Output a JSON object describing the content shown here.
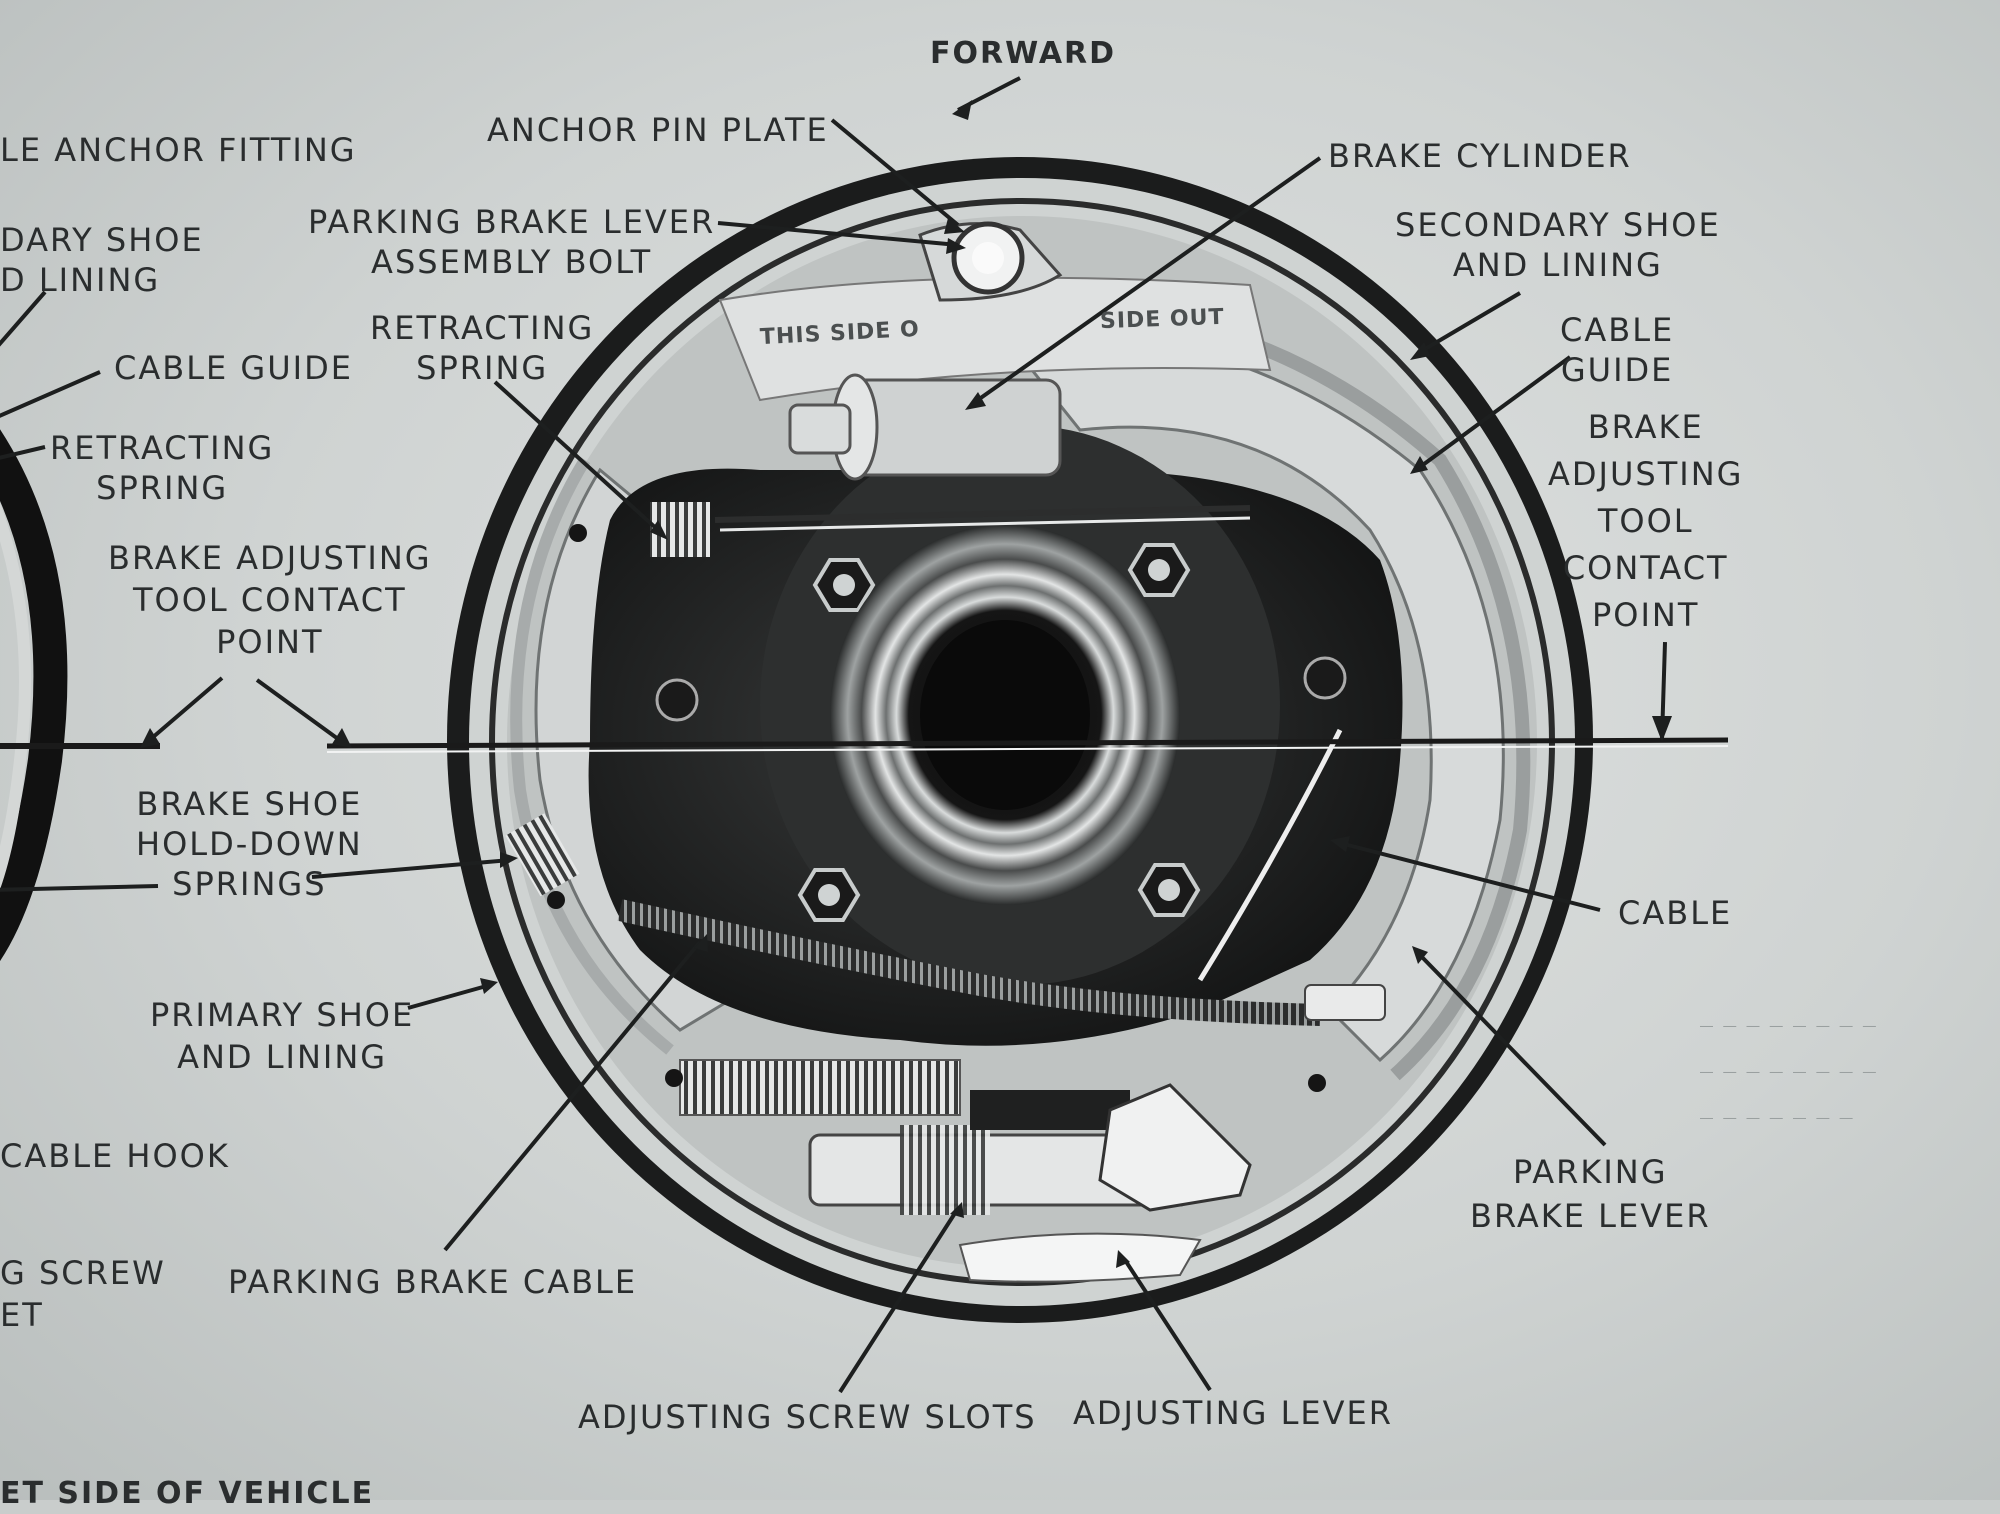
{
  "figure": {
    "top_label": "FORWARD",
    "bottom_caption": "ET SIDE OF VEHICLE",
    "left_partial_labels": [
      {
        "id": "anchor-fitting",
        "lines": [
          "LE ANCHOR FITTING"
        ]
      },
      {
        "id": "secondary-shoe",
        "lines": [
          "DARY SHOE",
          "D LINING"
        ]
      },
      {
        "id": "cable-guide",
        "lines": [
          "CABLE GUIDE"
        ]
      },
      {
        "id": "retracting-spring",
        "lines": [
          "RETRACTING",
          "SPRING"
        ]
      },
      {
        "id": "adj-tool-contact",
        "lines": [
          "BRAKE ADJUSTING",
          "TOOL CONTACT",
          "POINT"
        ]
      },
      {
        "id": "hold-down-springs",
        "lines": [
          "BRAKE SHOE",
          "HOLD-DOWN",
          "SPRINGS"
        ]
      },
      {
        "id": "primary-shoe",
        "lines": [
          "PRIMARY SHOE",
          "AND LINING"
        ]
      },
      {
        "id": "cable-hook",
        "lines": [
          "CABLE HOOK"
        ]
      },
      {
        "id": "screw-socket",
        "lines": [
          "G SCREW",
          "ET"
        ]
      }
    ],
    "callouts": [
      {
        "id": "anchor-pin-plate",
        "lines": [
          "ANCHOR PIN PLATE"
        ]
      },
      {
        "id": "parking-lever-bolt",
        "lines": [
          "PARKING BRAKE LEVER",
          "ASSEMBLY BOLT"
        ]
      },
      {
        "id": "retracting-spring",
        "lines": [
          "RETRACTING",
          "SPRING"
        ]
      },
      {
        "id": "brake-cylinder",
        "lines": [
          "BRAKE CYLINDER"
        ]
      },
      {
        "id": "secondary-shoe",
        "lines": [
          "SECONDARY SHOE",
          "AND LINING"
        ]
      },
      {
        "id": "cable-guide",
        "lines": [
          "CABLE",
          "GUIDE"
        ]
      },
      {
        "id": "adj-tool-contact",
        "lines": [
          "BRAKE",
          "ADJUSTING",
          "TOOL",
          "CONTACT",
          "POINT"
        ]
      },
      {
        "id": "cable",
        "lines": [
          "CABLE"
        ]
      },
      {
        "id": "parking-brake-lever",
        "lines": [
          "PARKING",
          "BRAKE LEVER"
        ]
      },
      {
        "id": "parking-brake-cable",
        "lines": [
          "PARKING BRAKE CABLE"
        ]
      },
      {
        "id": "adjusting-screw-slots",
        "lines": [
          "ADJUSTING SCREW SLOTS"
        ]
      },
      {
        "id": "adjusting-lever",
        "lines": [
          "ADJUSTING LEVER"
        ]
      }
    ],
    "shoe_stamp": [
      "THIS SIDE O",
      "SIDE OUT"
    ]
  }
}
